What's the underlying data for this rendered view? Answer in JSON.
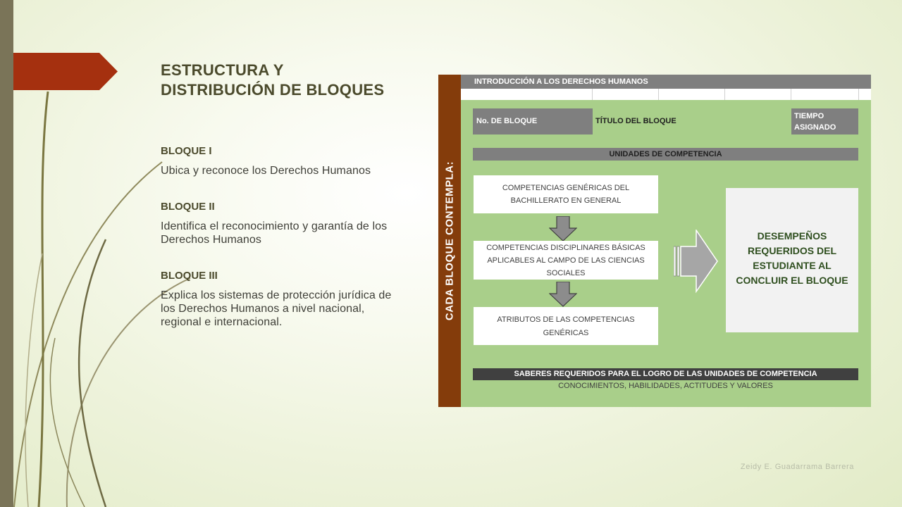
{
  "slide": {
    "title_line1": "ESTRUCTURA Y",
    "title_line2": "DISTRIBUCIÓN DE BLOQUES",
    "blocks": [
      {
        "title": "BLOQUE I",
        "desc": "Ubica y reconoce los Derechos Humanos"
      },
      {
        "title": "BLOQUE II",
        "desc": "Identifica el reconocimiento y garantía de los Derechos Humanos"
      },
      {
        "title": "BLOQUE III",
        "desc": "Explica los sistemas de protección jurídica de los Derechos Humanos a nivel nacional, regional e internacional."
      }
    ],
    "footer": "Zeidy E. Guadarrama Barrera"
  },
  "diagram": {
    "side_label": "CADA BLOQUE CONTEMPLA:",
    "header": "INTRODUCCIÓN A LOS DERECHOS HUMANOS",
    "no_bloque": "No. DE BLOQUE",
    "titulo_bloque": "TÍTULO DEL BLOQUE",
    "tiempo": "TIEMPO ASIGNADO",
    "unidades": "UNIDADES DE COMPETENCIA",
    "comp_genericas": "COMPETENCIAS GENÉRICAS DEL BACHILLERATO EN GENERAL",
    "comp_disciplinares": "COMPETENCIAS DISCIPLINARES BÁSICAS APLICABLES AL CAMPO DE LAS CIENCIAS SOCIALES",
    "atributos": "ATRIBUTOS DE LAS COMPETENCIAS GENÉRICAS",
    "desempenos": "DESEMPEÑOS REQUERIDOS DEL ESTUDIANTE AL CONCLUIR EL BLOQUE",
    "saberes": "SABERES REQUERIDOS PARA EL LOGRO DE LAS UNIDADES DE COMPETENCIA",
    "conocimientos": "CONOCIMIENTOS, HABILIDADES, ACTITUDES Y VALORES"
  },
  "colors": {
    "accent": "#a5300f",
    "side_band": "#843c0b",
    "diagram_bg": "#a9cf8a",
    "header_gray": "#7f7f7f"
  }
}
